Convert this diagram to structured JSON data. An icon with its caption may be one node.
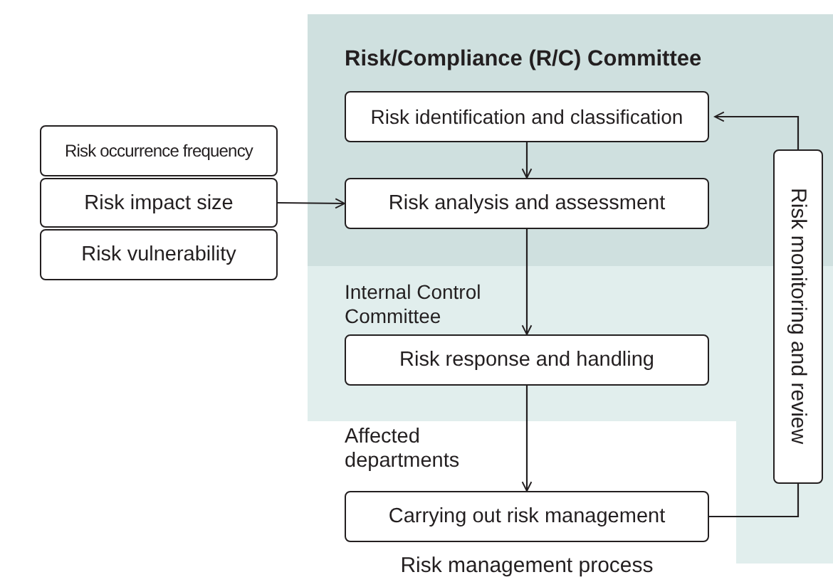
{
  "diagram": {
    "caption": "Risk management process",
    "nodes": [
      {
        "text": [
          "Risk/Compliance (R/C) Committee"
        ]
      },
      {
        "text": [
          "Risk identification and classification"
        ],
        "in": 0
      },
      {
        "text": [
          "Risk analysis and assessment"
        ],
        "in": 0
      },
      {
        "text": [
          "Internal Control Committee"
        ]
      },
      {
        "text": [
          "Risk response and handling"
        ],
        "in": 3
      },
      {
        "text": [
          "Carrying out risk management"
        ]
      },
      {
        "text": [
          "Risk monitoring and review"
        ]
      },
      {
        "text": [
          "Risk occurrence frequency"
        ]
      },
      {
        "text": [
          "Risk impact size"
        ]
      },
      {
        "text": [
          "Risk vulnerability"
        ]
      }
    ],
    "edges": [
      {
        "from": 8,
        "to": 2,
        "arrow": "to"
      },
      {
        "from": 1,
        "to": 2,
        "arrow": "to"
      },
      {
        "from": 2,
        "to": 4,
        "arrow": "to"
      },
      {
        "from": 4,
        "to": 5,
        "arrow": "to"
      },
      {
        "from": 5,
        "to": 6,
        "arrow": "none"
      },
      {
        "from": 6,
        "to": 1,
        "arrow": "to"
      }
    ],
    "labels": [
      "Affected departments"
    ]
  }
}
